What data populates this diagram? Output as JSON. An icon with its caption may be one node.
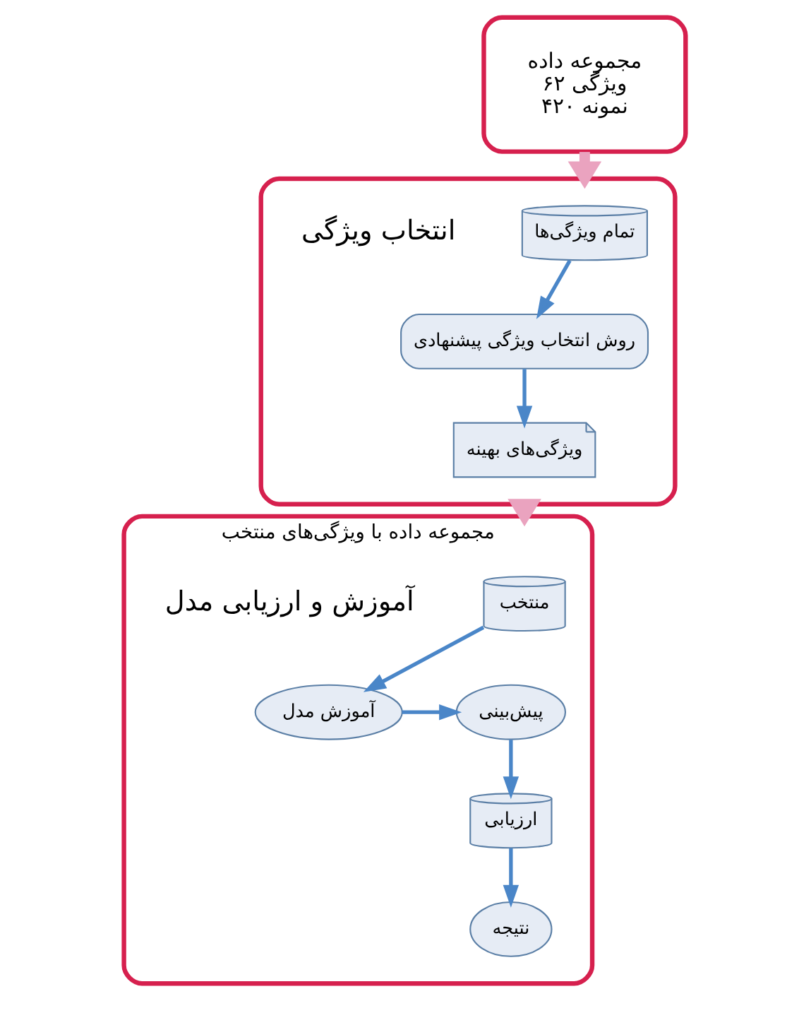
{
  "diagram": {
    "nodes": [
      {
        "text": [
          "مجموعه داده",
          "۶۲ ویژگی",
          "۴۲۰ نمونه"
        ]
      },
      {
        "text": [],
        "shape": "box",
        "beside": [
          "انتخاب ویژگی"
        ]
      },
      {
        "text": [
          "تمام ویژگی‌ها"
        ],
        "in": 1
      },
      {
        "text": [
          "روش انتخاب ویژگی پیشنهادی"
        ],
        "in": 1
      },
      {
        "text": [
          "ویژگی‌های بهینه"
        ],
        "in": 1
      },
      {
        "text": [
          "مجموعه داده با ویژگی‌های منتخب"
        ],
        "beside": [
          "آموزش و ارزیابی مدل"
        ]
      },
      {
        "text": [
          "منتخب"
        ],
        "in": 5
      },
      {
        "text": [
          "آموزش مدل"
        ],
        "in": 5
      },
      {
        "text": [
          "پیش‌بینی"
        ],
        "in": 5
      },
      {
        "text": [
          "ارزیابی"
        ],
        "in": 5
      },
      {
        "text": [
          "نتیجه"
        ],
        "in": 5
      }
    ],
    "edges": [
      {
        "from": 0,
        "to": 1,
        "arrow": "to",
        "style": "thick",
        "color": "#eaa3bf"
      },
      {
        "from": 2,
        "to": 3,
        "arrow": "to"
      },
      {
        "from": 3,
        "to": 4,
        "arrow": "to"
      },
      {
        "from": 1,
        "to": 5,
        "arrow": "to",
        "style": "thick",
        "color": "#eaa3bf"
      },
      {
        "from": 6,
        "to": 7,
        "arrow": "to"
      },
      {
        "from": 7,
        "to": 8,
        "arrow": "to"
      },
      {
        "from": 8,
        "to": 9,
        "arrow": "to"
      },
      {
        "from": 9,
        "to": 10,
        "arrow": "to"
      }
    ]
  }
}
